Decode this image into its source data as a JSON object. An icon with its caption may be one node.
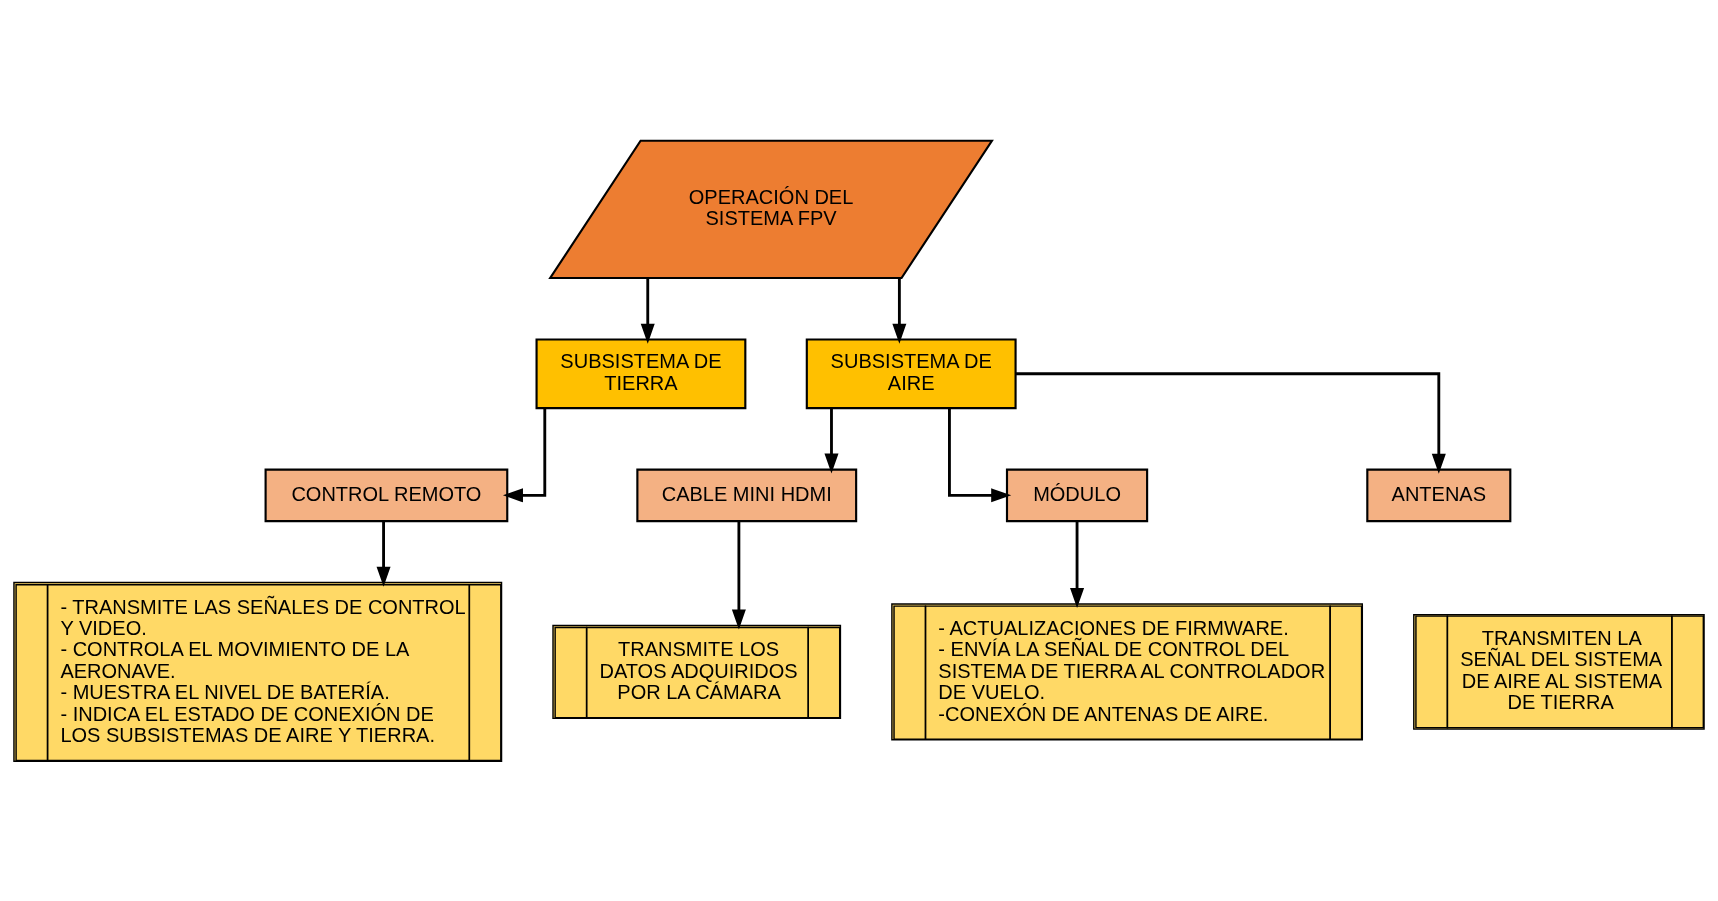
{
  "diagram": {
    "nodes": [
      {
        "text": [
          "OPERACIÓN DEL SISTEMA FPV"
        ]
      },
      {
        "text": [
          "SUBSISTEMA DE TIERRA"
        ]
      },
      {
        "text": [
          "SUBSISTEMA DE AIRE"
        ]
      },
      {
        "text": [
          "CONTROL REMOTO"
        ]
      },
      {
        "text": [
          "CABLE MINI HDMI"
        ]
      },
      {
        "text": [
          "MÓDULO"
        ]
      },
      {
        "text": [
          "ANTENAS"
        ]
      },
      {
        "text": [
          "- TRANSMITE LAS SEÑALES DE CONTROL Y VIDEO.",
          "- CONTROLA EL MOVIMIENTO DE LA AERONAVE.",
          "- MUESTRA EL NIVEL DE BATERÍA.",
          "- INDICA EL ESTADO DE CONEXIÓN DE LOS SUBSISTEMAS DE AIRE Y TIERRA."
        ]
      },
      {
        "text": [
          "TRANSMITE LOS DATOS ADQUIRIDOS POR LA CÁMARA"
        ]
      },
      {
        "text": [
          "- ACTUALIZACIONES DE FIRMWARE.",
          "- ENVÍA LA SEÑAL DE CONTROL DEL SISTEMA DE TIERRA AL CONTROLADOR DE VUELO.",
          "-CONEXÓN DE ANTENAS DE AIRE."
        ]
      },
      {
        "text": [
          "TRANSMITEN LA SEÑAL DEL SISTEMA DE AIRE AL SISTEMA DE TIERRA"
        ]
      }
    ],
    "edges": [
      {
        "from": 0,
        "to": 1,
        "arrow": "to"
      },
      {
        "from": 0,
        "to": 2,
        "arrow": "to"
      },
      {
        "from": 1,
        "to": 3,
        "arrow": "to"
      },
      {
        "from": 2,
        "to": 4,
        "arrow": "to"
      },
      {
        "from": 2,
        "to": 5,
        "arrow": "to"
      },
      {
        "from": 2,
        "to": 6,
        "arrow": "to"
      },
      {
        "from": 3,
        "to": 7,
        "arrow": "to"
      },
      {
        "from": 4,
        "to": 8,
        "arrow": "to"
      },
      {
        "from": 5,
        "to": 9,
        "arrow": "to"
      }
    ]
  }
}
